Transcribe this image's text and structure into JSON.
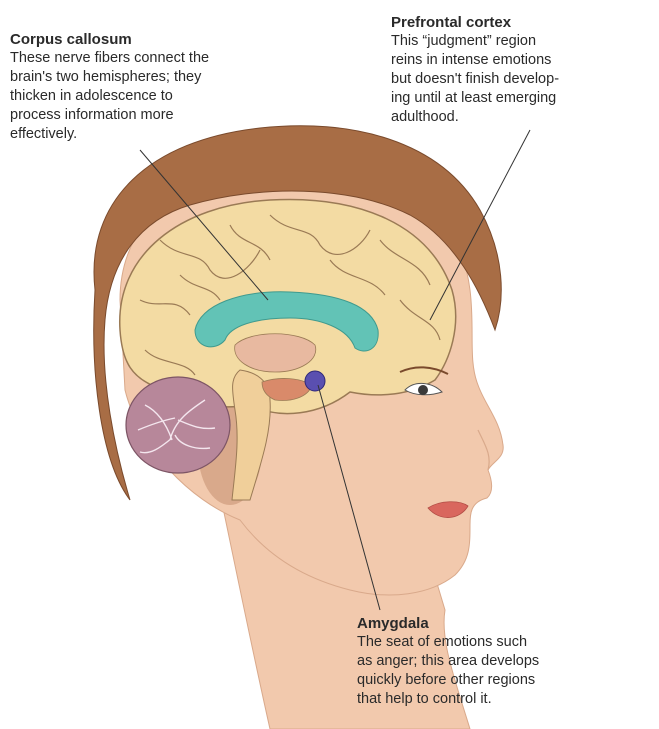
{
  "labels": {
    "corpus_callosum": {
      "title": "Corpus callosum",
      "lines": [
        "These nerve fibers connect the",
        "brain's two hemispheres; they",
        "thicken in adolescence to",
        "process information more",
        "effectively."
      ]
    },
    "prefrontal_cortex": {
      "title": "Prefrontal cortex",
      "lines": [
        "This “judgment” region",
        "reins in intense emotions",
        "but doesn't finish develop-",
        "ing until at least emerging",
        "adulthood."
      ]
    },
    "amygdala": {
      "title": "Amygdala",
      "lines": [
        "The seat of emotions such",
        "as anger; this area develops",
        "quickly before other regions",
        "that help to control it."
      ]
    }
  },
  "colors": {
    "skin": "#f2c9ad",
    "skin_shadow": "#d9a98b",
    "hair": "#a86d45",
    "hair_dark": "#7a4a2c",
    "brain": "#f3dba3",
    "brain_outline": "#9a7a55",
    "corpus_callosum": "#62c3b6",
    "cerebellum": "#b7879a",
    "amygdala": "#5a4fb0",
    "lips": "#d9675e",
    "leader_line": "#333333"
  }
}
